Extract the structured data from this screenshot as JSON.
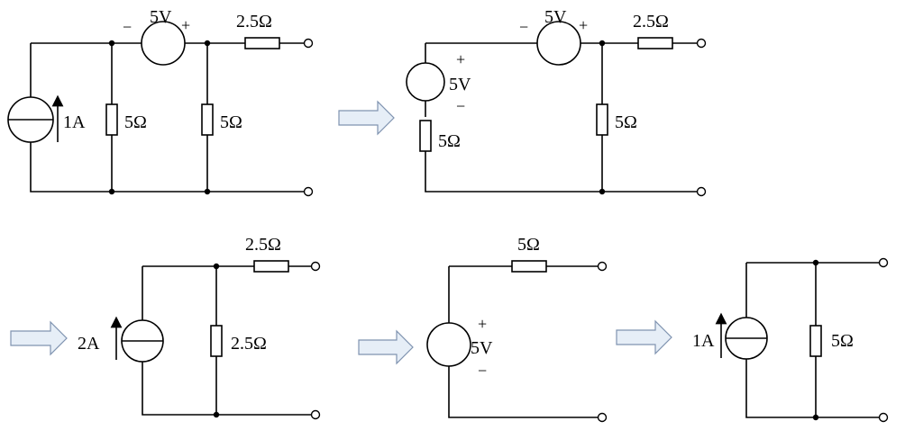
{
  "circuit1": {
    "voltage_source": "5V",
    "plus": "+",
    "minus": "−",
    "series_resistor": "2.5Ω",
    "current_source": "1A",
    "shunt_resistor_1": "5Ω",
    "shunt_resistor_2": "5Ω"
  },
  "circuit2": {
    "voltage_source_top": "5V",
    "plus_top": "+",
    "minus_top": "−",
    "series_resistor": "2.5Ω",
    "voltage_source_left": "5V",
    "plus_left": "+",
    "minus_left": "−",
    "left_resistor": "5Ω",
    "shunt_resistor": "5Ω"
  },
  "circuit3": {
    "current_source": "2A",
    "series_resistor": "2.5Ω",
    "shunt_resistor": "2.5Ω"
  },
  "circuit4": {
    "series_resistor": "5Ω",
    "voltage_source": "5V",
    "plus": "+",
    "minus": "−"
  },
  "circuit5": {
    "current_source": "1A",
    "shunt_resistor": "5Ω"
  }
}
